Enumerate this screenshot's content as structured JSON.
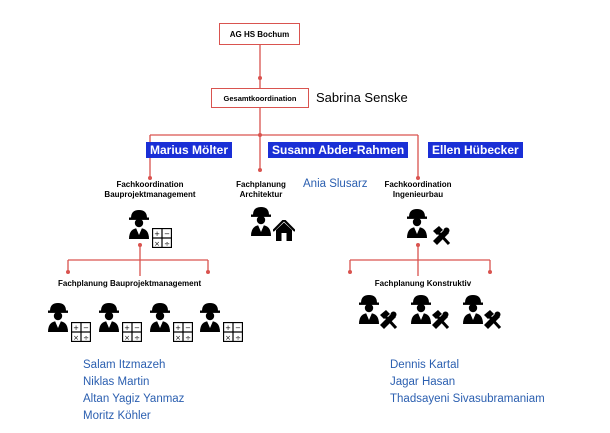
{
  "org": {
    "top": "AG HS Bochum",
    "coord": "Gesamtkoordination",
    "coord_person": "Sabrina Senske",
    "leads": [
      "Marius Mölter",
      "Susann Abder-Rahmen",
      "Ellen Hübecker"
    ],
    "bpm_title_1": "Fachkoordination",
    "bpm_title_2": "Bauprojektmanagement",
    "arch_title_1": "Fachplanung",
    "arch_title_2": "Architektur",
    "arch_person": "Ania Slusarz",
    "ing_title_1": "Fachkoordination",
    "ing_title_2": "Ingenieurbau",
    "fp_bpm": "Fachplanung Bauprojektmanagement",
    "fp_konst": "Fachplanung Konstruktiv",
    "team_bpm": [
      "Salam Itzmazeh",
      "Niklas Martin",
      "Altan Yagiz Yanmaz",
      "Moritz Köhler"
    ],
    "team_konst": [
      "Dennis Kartal",
      "Jagar Hasan",
      "Thadsayeni Sivasubramaniam"
    ]
  },
  "colors": {
    "line": "#d9534f",
    "highlight": "#1a2fd6",
    "names": "#2b5fb0"
  },
  "icons": [
    "worker-icon",
    "calculator-icon",
    "house-icon",
    "hammer-icon"
  ]
}
